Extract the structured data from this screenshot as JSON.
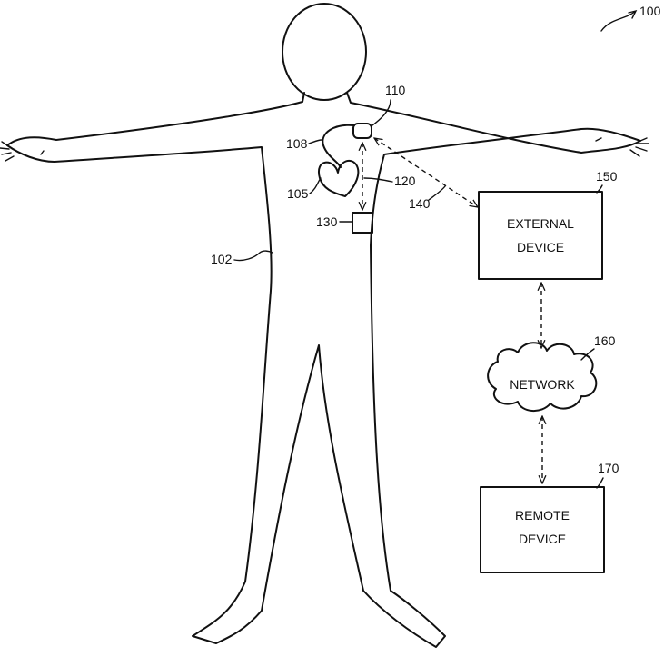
{
  "refs": {
    "system": "100",
    "body": "102",
    "heart": "105",
    "lead": "108",
    "implant": "110",
    "link_a": "120",
    "sensor": "130",
    "link_b": "140",
    "external": "150",
    "network": "160",
    "remote": "170"
  },
  "boxes": {
    "external_line1": "EXTERNAL",
    "external_line2": "DEVICE",
    "network": "NETWORK",
    "remote_line1": "REMOTE",
    "remote_line2": "DEVICE"
  }
}
